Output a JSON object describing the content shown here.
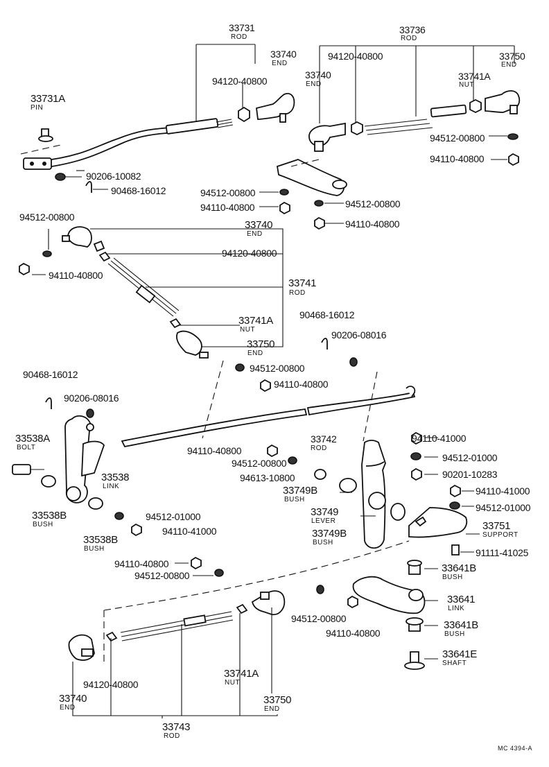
{
  "figure_code": "MC 4394-A",
  "labels": {
    "l_33731": "33731",
    "l_rod_a": "ROD",
    "l_33736": "33736",
    "l_rod_b": "ROD",
    "l_33740_a": "33740",
    "l_end_a": "END",
    "l_33740_b": "33740",
    "l_end_b": "END",
    "l_33750_a": "33750",
    "l_end_c": "END",
    "l_94120_a": "94120-40800",
    "l_94120_b": "94120-40800",
    "l_33741A_a": "33741A",
    "l_nut_a": "NUT",
    "l_33731A": "33731A",
    "l_pin": "PIN",
    "l_94512_a": "94512-00800",
    "l_94110_a": "94110-40800",
    "l_90206_a": "90206-10082",
    "l_90468_a": "90468-16012",
    "l_94512_b": "94512-00800",
    "l_94110_b": "94110-40800",
    "l_94512_c": "94512-00800",
    "l_94110_c": "94110-40800",
    "l_94512_d": "94512-00800",
    "l_94110_d": "94110-40800",
    "l_33740_c": "33740",
    "l_end_d": "END",
    "l_94120_c": "94120-40800",
    "l_33741": "33741",
    "l_rod_c": "ROD",
    "l_33741A_b": "33741A",
    "l_nut_b": "NUT",
    "l_33750_b": "33750",
    "l_end_e": "END",
    "l_90468_b": "90468-16012",
    "l_90206_b": "90206-08016",
    "l_94512_e": "94512-00800",
    "l_94110_e": "94110-40800",
    "l_90468_c": "90468-16012",
    "l_90206_c": "90206-08016",
    "l_33538A": "33538A",
    "l_bolt": "BOLT",
    "l_33538": "33538",
    "l_link_a": "LINK",
    "l_33538B_a": "33538B",
    "l_bush_a": "BUSH",
    "l_33538B_b": "33538B",
    "l_bush_b": "BUSH",
    "l_94512_f": "94512-01000",
    "l_94110_f": "94110-41000",
    "l_94110_g": "94110-40800",
    "l_94512_g": "94512-00800",
    "l_94613": "94613-10800",
    "l_33742": "33742",
    "l_rod_d": "ROD",
    "l_33749B_a": "33749B",
    "l_bush_c": "BUSH",
    "l_33749": "33749",
    "l_lever": "LEVER",
    "l_33749B_b": "33749B",
    "l_bush_d": "BUSH",
    "l_94110_h": "94110-41000",
    "l_94512_h": "94512-01000",
    "l_90201": "90201-10283",
    "l_94110_i": "94110-41000",
    "l_94512_i": "94512-01000",
    "l_33751": "33751",
    "l_support": "SUPPORT",
    "l_91111": "91111-41025",
    "l_94110_j": "94110-40800",
    "l_94512_j": "94512-00800",
    "l_33641B_a": "33641B",
    "l_bush_e": "BUSH",
    "l_33641": "33641",
    "l_link_b": "LINK",
    "l_33641B_b": "33641B",
    "l_bush_f": "BUSH",
    "l_33641E": "33641E",
    "l_shaft": "SHAFT",
    "l_94512_k": "94512-00800",
    "l_94110_k": "94110-40800",
    "l_94120_d": "94120-40800",
    "l_33741A_c": "33741A",
    "l_nut_c": "NUT",
    "l_33740_d": "33740",
    "l_end_f": "END",
    "l_33750_c": "33750",
    "l_end_g": "END",
    "l_33743": "33743",
    "l_rod_e": "ROD"
  }
}
